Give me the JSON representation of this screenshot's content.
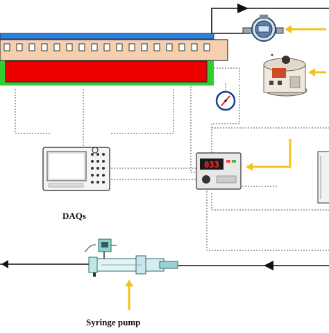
{
  "labels": {
    "daqs": "DAQs",
    "syringe_pump": "Syringe pump"
  },
  "controller_display": "033",
  "colors": {
    "heater": "#ee0000",
    "cover": "#2f7fd6",
    "channel_plate": "#f6cfae",
    "base": "#33cc33",
    "input_arrow": "#f6c21a",
    "flow_line": "#111111",
    "signal_line": "#555555"
  },
  "icons": {
    "flow_meter": "flow-meter-icon",
    "voltage_regulator": "variac-icon",
    "pressure_gauge": "pressure-gauge-icon",
    "oscilloscope": "daq-oscilloscope-icon",
    "temperature_controller": "temperature-controller-icon",
    "syringe_pump": "syringe-pump-icon",
    "pressure_sensor": "pressure-sensor-icon"
  }
}
